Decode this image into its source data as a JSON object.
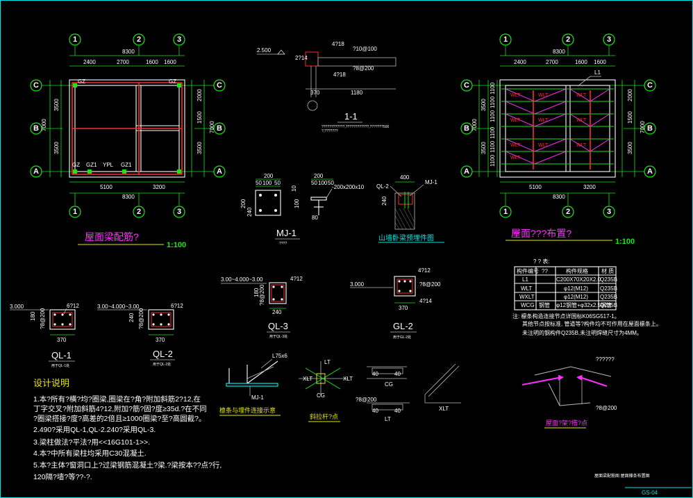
{
  "left_plan": {
    "grid_cols": [
      "1",
      "2",
      "3"
    ],
    "grid_rows": [
      "C",
      "B",
      "A"
    ],
    "top_total": "8300",
    "top_dims": [
      "2400",
      "2700",
      "1600",
      "1600"
    ],
    "bottom_dims": [
      "5100",
      "3200"
    ],
    "bottom_total": "8300",
    "left_total": "7000",
    "left_dims": [
      "3500",
      "3500"
    ],
    "right_dims": [
      "2000",
      "1500",
      "3500"
    ],
    "right_total": "7000",
    "labels": [
      "GZ",
      "GZ",
      "GZ1",
      "YPL",
      "GZ1",
      "GZ"
    ],
    "title": "屋面梁配筋?",
    "scale": "1:100"
  },
  "right_plan": {
    "grid_cols": [
      "1",
      "2",
      "3"
    ],
    "grid_rows": [
      "C",
      "B",
      "A"
    ],
    "top_total": "8300",
    "top_dims": [
      "2400",
      "2700",
      "1600",
      "1600"
    ],
    "bottom_dims": [
      "5100",
      "3200"
    ],
    "bottom_total": "8300",
    "left_total": "7000",
    "left_dims": [
      "3500",
      "3500"
    ],
    "left_inner": [
      "1100",
      "1100",
      "1100",
      "1100",
      "1100",
      "1100"
    ],
    "right_dims": [
      "2000",
      "1500",
      "3500"
    ],
    "right_total": "7000",
    "members": [
      "L1",
      "WLT",
      "WLT",
      "WLT",
      "WLT",
      "WLT",
      "WLT",
      "WLT",
      "WLT",
      "WLT",
      "WLT"
    ],
    "title": "屋面???布置?",
    "scale": "1:100"
  },
  "section_11": {
    "elev": "2.500",
    "labels": [
      "4?18",
      "?10@100",
      "2?14",
      "?8@200",
      "4?18",
      "370",
      "1180"
    ],
    "title": "1-1",
    "note": "????????????,????????????,???????500",
    "note2": "?,???????"
  },
  "mj1": {
    "dims": [
      "200",
      "50",
      "100",
      "50",
      "200",
      "10",
      "200",
      "50",
      "100",
      "50",
      "240",
      "100",
      "80"
    ],
    "callout": "-200x200x10",
    "title": "MJ-1",
    "sub": "????"
  },
  "ql2_detail": {
    "labels": [
      "QL-2",
      "400",
      "MJ-1",
      "240"
    ],
    "title": "山墙卧梁预埋件图"
  },
  "parts_table": {
    "title": "? ? 表:",
    "headers": [
      "构件编号",
      "??",
      "构件规格",
      "材 质"
    ],
    "rows": [
      [
        "L1",
        "",
        "C200X70X20X2.0",
        "Q235B"
      ],
      [
        "WLT",
        "",
        "φ12(M12)",
        "Q235B"
      ],
      [
        "WXLT",
        "",
        "φ12(M12)",
        "Q235B"
      ],
      [
        "WCG",
        "钢管",
        "φ12钢管+φ32x2.5钢管",
        "Q235B"
      ]
    ],
    "notes": [
      "注: 檩条构造连接节点详国标K06SG517-1。",
      "其他节点按标准, 管道等?构件均不可作用在屋面檩条上。",
      "未注明的钢构件Q235B,未注明焊缝尺寸为4MM。"
    ]
  },
  "ql_sections": [
    {
      "elev": "3.000",
      "bars": "6?12",
      "rows": [
        "?8@200"
      ],
      "dim": "370",
      "dim2": "180",
      "title": "QL-1",
      "sub": "用于QL-1处"
    },
    {
      "elev": "3.00~4.000~3.00",
      "bars": "6?12",
      "rows": [
        "?8@200"
      ],
      "dim": "370",
      "dim2": "240",
      "title": "QL-2",
      "sub": "用于QL-2处"
    },
    {
      "elev": "3.00~4.000~3.00",
      "bars": "4?12",
      "rows": [
        "?8@200"
      ],
      "dim": "240",
      "dim2": "180",
      "title": "QL-3",
      "sub": "用于QL-3处"
    },
    {
      "elev": "3.000",
      "bars": "4?12",
      "rows": [
        "?8@200"
      ],
      "dim": "370",
      "dim2": "4?14",
      "title": "GL-2",
      "sub": "用于GL-2处"
    }
  ],
  "connection_details": {
    "label_l": "L75x6",
    "label_mj": "MJ-1",
    "title1": "檩条与埋件连接示意",
    "title2": "斜拉杆?点",
    "labels2": [
      "LT",
      "XLT",
      "XLT",
      "CG",
      "CG",
      "LT",
      "40",
      "40",
      "40",
      "40"
    ],
    "title3": "屋面?架?搭?点",
    "label3a": "?8@200",
    "label3b": "??????"
  },
  "design_notes": {
    "title": "设计说明",
    "lines": [
      "1.本?所有?横?均?圈梁,圈梁在?角?附加斜筋2?12,在",
      "   丁字交叉?附加斜筋4?12,附加?筋?固?度≥35d.?在不同",
      "   ?圈梁搭接?度?高差的2倍且≥1000圈梁?至?高圆截?。",
      "2.490?采用QL-1,QL-2.240?采用QL-3.",
      "3.梁柱做法?平法?用<<16G101-1>>.",
      "4.本?中所有梁柱均采用C30混凝土.",
      "5.本?主体?窗洞口上?过梁钢筋混凝土?梁.?梁按本??点?行,",
      "   120隔?墙?等??-?."
    ]
  },
  "footer": {
    "drawing_title": "屋面梁配筋图  屋面檩条布置图",
    "code": "GS-04"
  },
  "colors": {
    "grid": "#19e619",
    "text": "#ffffff",
    "wall": "#ffffff",
    "rebar": "#ff2a2a",
    "title": "#ff30ff",
    "underline": "#e8e800",
    "border": "#00e5e5"
  }
}
